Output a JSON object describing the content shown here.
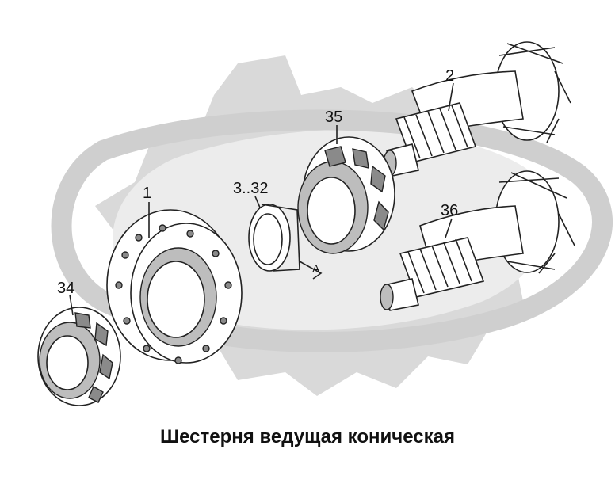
{
  "callouts": {
    "c1": "1",
    "c2": "2",
    "c3": "3..32",
    "c34": "34",
    "c35": "35",
    "c36": "36",
    "view_a": "A"
  },
  "caption": "Шестерня ведущая коническая",
  "watermark": {
    "icon": "gear-oval-watermark-icon",
    "color": "#d9d9d9"
  }
}
